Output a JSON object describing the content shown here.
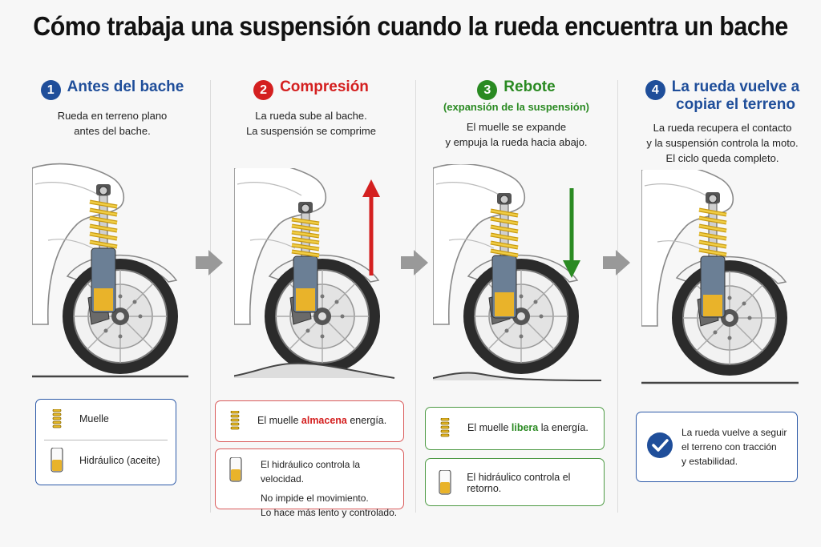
{
  "title": "Cómo trabaja una suspensión cuando la rueda encuentra un bache",
  "colors": {
    "blue": "#1f4e9a",
    "red": "#d42020",
    "green": "#2a8a22",
    "spring": "#e6b825",
    "oil": "#e9b32a"
  },
  "steps": [
    {
      "number": "1",
      "title": "Antes del bache",
      "subtitle": "",
      "desc": [
        "Rueda en terreno plano",
        "antes del bache."
      ],
      "legend": [
        {
          "icon": "spring-icon",
          "label": "Muelle"
        },
        {
          "icon": "oil-cylinder-icon",
          "label": "Hidráulico (aceite)"
        }
      ]
    },
    {
      "number": "2",
      "title": "Compresión",
      "subtitle": "",
      "desc": [
        "La rueda sube al bache.",
        "La suspensión se comprime"
      ],
      "box1": {
        "pre": "El muelle ",
        "hl": "almacena",
        "post": " energía."
      },
      "box2": {
        "line1": "El hidráulico controla la velocidad.",
        "line2": "No impide el movimiento.",
        "line3": "Lo hace más lento y controlado."
      }
    },
    {
      "number": "3",
      "title": "Rebote",
      "subtitle": "(expansión de la suspensión)",
      "desc": [
        "El muelle se expande",
        "y empuja la rueda hacia abajo."
      ],
      "box1": {
        "pre": "El muelle ",
        "hl": "libera",
        "post": " la energía."
      },
      "box2": {
        "line1": "El hidráulico controla el retorno."
      }
    },
    {
      "number": "4",
      "title": "La rueda vuelve a copiar el terreno",
      "title_lines": [
        "La rueda vuelve a",
        "copiar el terreno"
      ],
      "subtitle": "",
      "desc": [
        "La rueda recupera el contacto",
        "y la suspensión controla la moto.",
        "El ciclo queda completo."
      ],
      "box1": {
        "lines": [
          "La rueda vuelve a seguir",
          "el terreno con tracción",
          "y estabilidad."
        ]
      }
    }
  ]
}
